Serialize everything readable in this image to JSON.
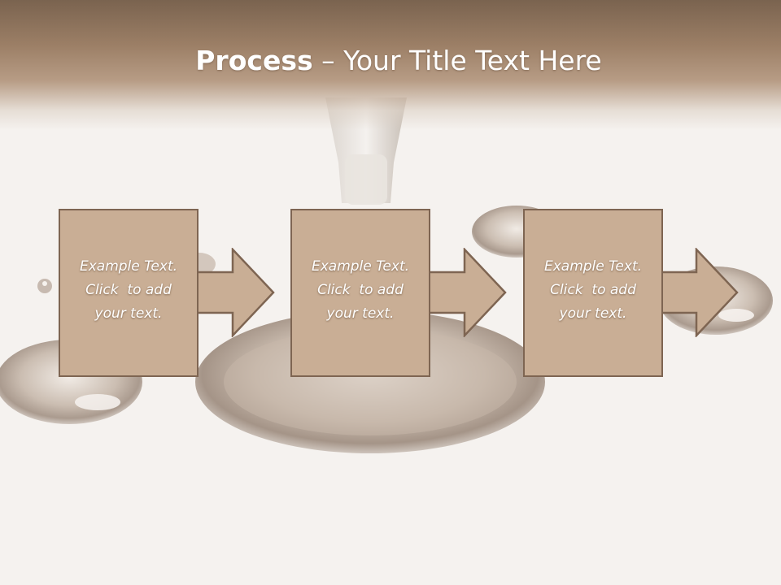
{
  "slide": {
    "title_bold": "Process",
    "title_rest": " – Your Title Text Here"
  },
  "steps": [
    {
      "line1": "Example Text.",
      "line2": "Click  to add",
      "line3": "your text."
    },
    {
      "line1": "Example Text.",
      "line2": "Click  to add",
      "line3": "your text."
    },
    {
      "line1": "Example Text.",
      "line2": "Click  to add",
      "line3": "your text."
    }
  ],
  "colors": {
    "box_fill": "#c9ae95",
    "box_border": "#7e6552",
    "header_top": "#7a634f",
    "text": "#ffffff"
  }
}
